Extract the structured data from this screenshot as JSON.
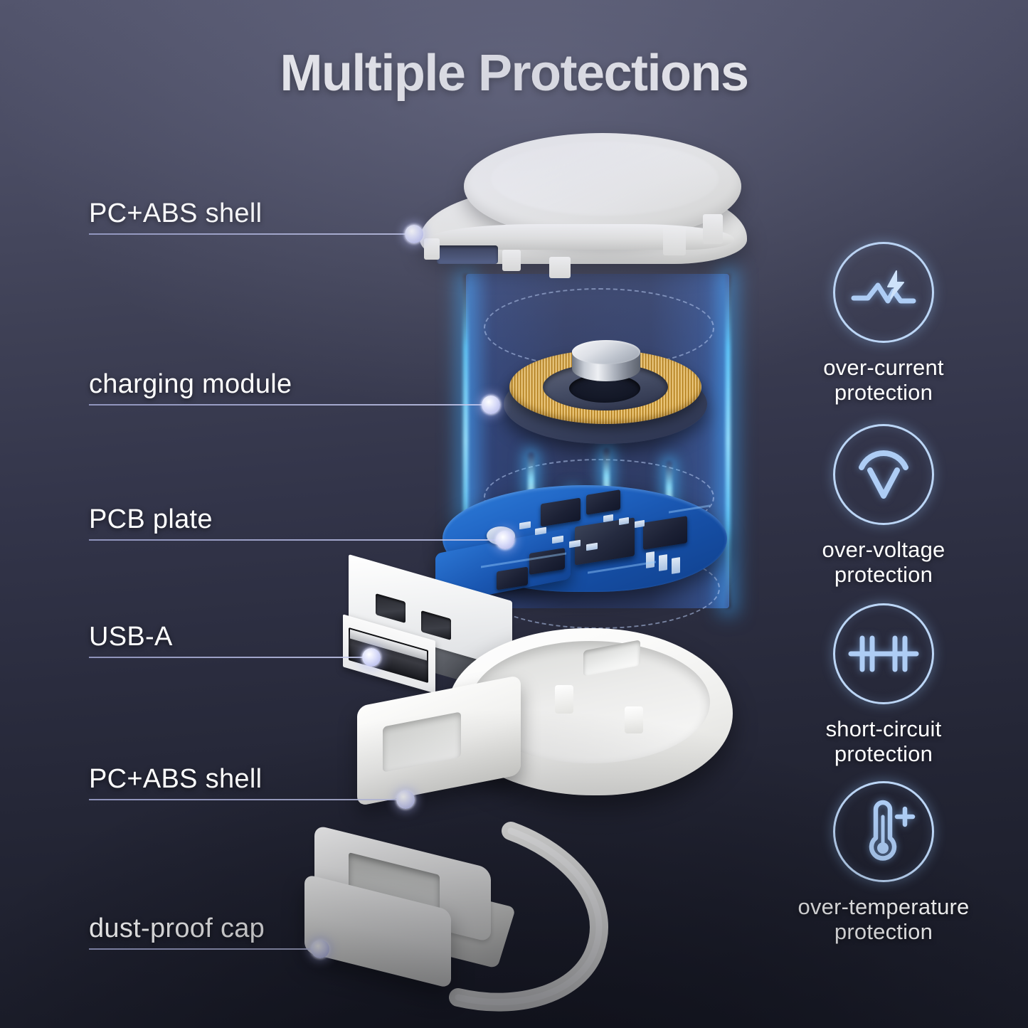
{
  "page": {
    "title": "Multiple Protections",
    "background_top_color": "#53556d",
    "background_bottom_color": "#191b27",
    "accent_color": "#aecdf5",
    "label_color": "#ffffff",
    "leader_color": "#b4b9e2"
  },
  "callouts": [
    {
      "label": "PC+ABS shell",
      "target": "top-shell"
    },
    {
      "label": "charging module",
      "target": "charging-coil"
    },
    {
      "label": "PCB plate",
      "target": "pcb-board"
    },
    {
      "label": "USB-A",
      "target": "usb-connector"
    },
    {
      "label": "PC+ABS shell",
      "target": "bottom-shell"
    },
    {
      "label": "dust-proof cap",
      "target": "dust-cap"
    }
  ],
  "features": [
    {
      "icon": "current-waveform-bolt-icon",
      "line1": "over-current",
      "line2": "protection"
    },
    {
      "icon": "voltage-arc-v-icon",
      "line1": "over-voltage",
      "line2": "protection"
    },
    {
      "icon": "circuit-fuse-icon",
      "line1": "short-circuit",
      "line2": "protection"
    },
    {
      "icon": "thermometer-plus-icon",
      "line1": "over-temperature",
      "line2": "protection"
    }
  ]
}
